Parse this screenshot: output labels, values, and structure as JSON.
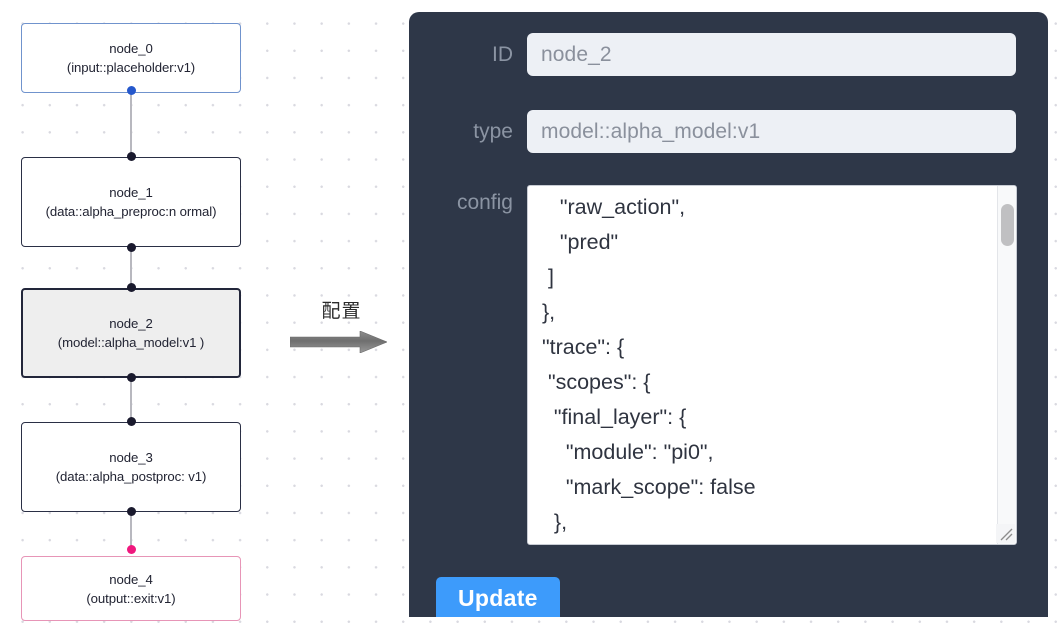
{
  "graph": {
    "nodes": [
      {
        "id": "node_0",
        "type": "(input::placeholder:v1)",
        "state": "default-blue"
      },
      {
        "id": "node_1",
        "type": "(data::alpha_preproc:n\normal)",
        "state": "default"
      },
      {
        "id": "node_2",
        "type": "(model::alpha_model:v1\n)",
        "state": "selected"
      },
      {
        "id": "node_3",
        "type": "(data::alpha_postproc:\nv1)",
        "state": "default"
      },
      {
        "id": "node_4",
        "type": "(output::exit:v1)",
        "state": "output-pink"
      }
    ]
  },
  "annotation": {
    "label": "配置",
    "arrow_icon": "right-arrow-icon"
  },
  "panel": {
    "fields": {
      "id_label": "ID",
      "id_value": "node_2",
      "type_label": "type",
      "type_value": "model::alpha_model:v1",
      "config_label": "config",
      "config_value": "    \"raw_action\",\n    \"pred\"\n  ]\n },\n \"trace\": {\n  \"scopes\": {\n   \"final_layer\": {\n     \"module\": \"pi0\",\n     \"mark_scope\": false\n   },\n   \"action_model\": {"
    },
    "update_label": "Update",
    "scrollbar_icon": "vertical-scrollbar",
    "resize_icon": "resize-handle-icon"
  },
  "colors": {
    "panel_bg": "#2e3748",
    "accent_button": "#3d9bfb",
    "node_selected_bg": "#eeeeee",
    "node_input_border": "#7093cd",
    "node_output_border": "#e795b7",
    "port_blue": "#2558cc",
    "port_pink": "#f0187e",
    "field_bg": "#edf0f5"
  }
}
